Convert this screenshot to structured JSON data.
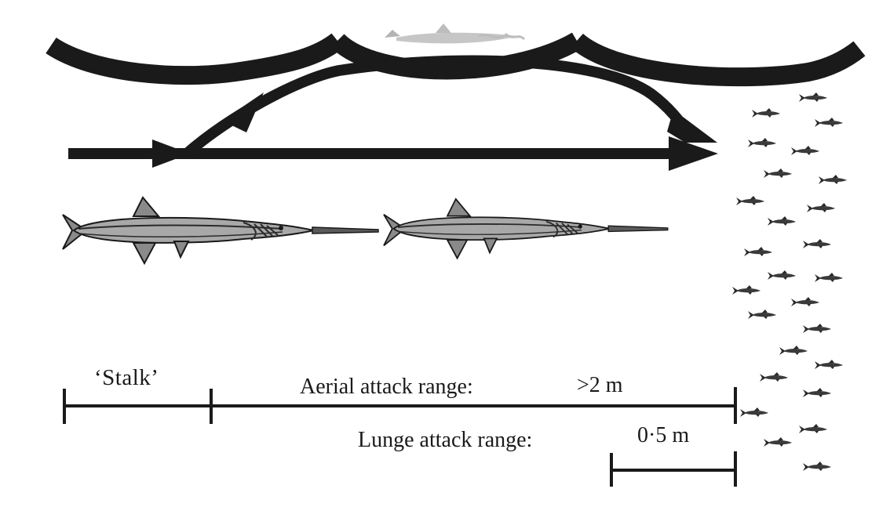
{
  "labels": {
    "stalk": "‘Stalk’",
    "aerial_range": "Aerial attack range:",
    "aerial_value": ">2 m",
    "lunge_range": "Lunge attack range:",
    "lunge_value": "0·5 m"
  },
  "colors": {
    "ink": "#1a1a1a",
    "fish_fill": "#9a9a9a",
    "fish_dark": "#3a3a3a",
    "airborne_fish": "#b8b8b8",
    "background": "#ffffff"
  },
  "icons": {
    "predator_fish": "needlefish-icon",
    "prey_fish": "baitfish-icon",
    "airborne_fish": "airborne-needlefish-icon"
  }
}
